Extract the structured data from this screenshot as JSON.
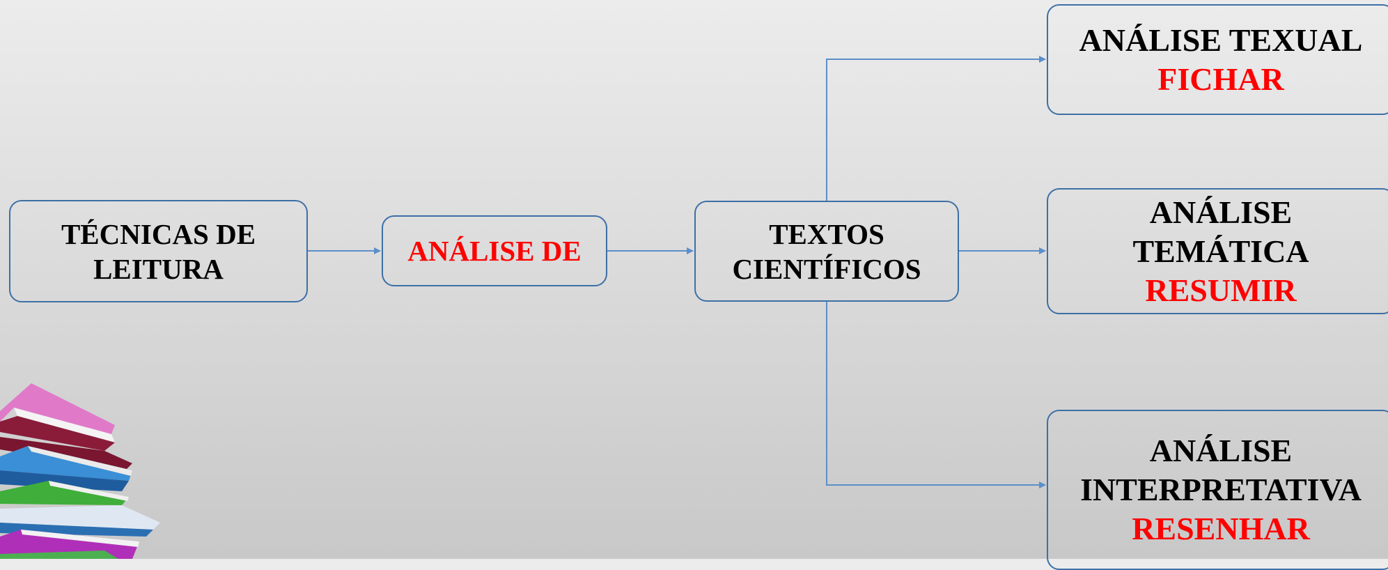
{
  "diagram": {
    "root": {
      "lines": [
        "TÉCNICAS DE",
        "LEITURA"
      ]
    },
    "middle": {
      "lines": [
        "ANÁLISE DE"
      ]
    },
    "hub": {
      "lines": [
        "TEXTOS",
        "CIENTÍFICOS"
      ]
    },
    "branches": [
      {
        "title_lines": [
          "ANÁLISE TEXUAL"
        ],
        "action": "FICHAR"
      },
      {
        "title_lines": [
          "ANÁLISE",
          "TEMÁTICA"
        ],
        "action": "RESUMIR"
      },
      {
        "title_lines": [
          "ANÁLISE",
          "INTERPRETATIVA"
        ],
        "action": "RESENHAR"
      }
    ]
  },
  "colors": {
    "border": "#3d6fa6",
    "connector": "#5b8fc9",
    "highlight": "#ff0000",
    "text": "#000000"
  },
  "icons": {
    "decoration": "book-stack-icon"
  }
}
